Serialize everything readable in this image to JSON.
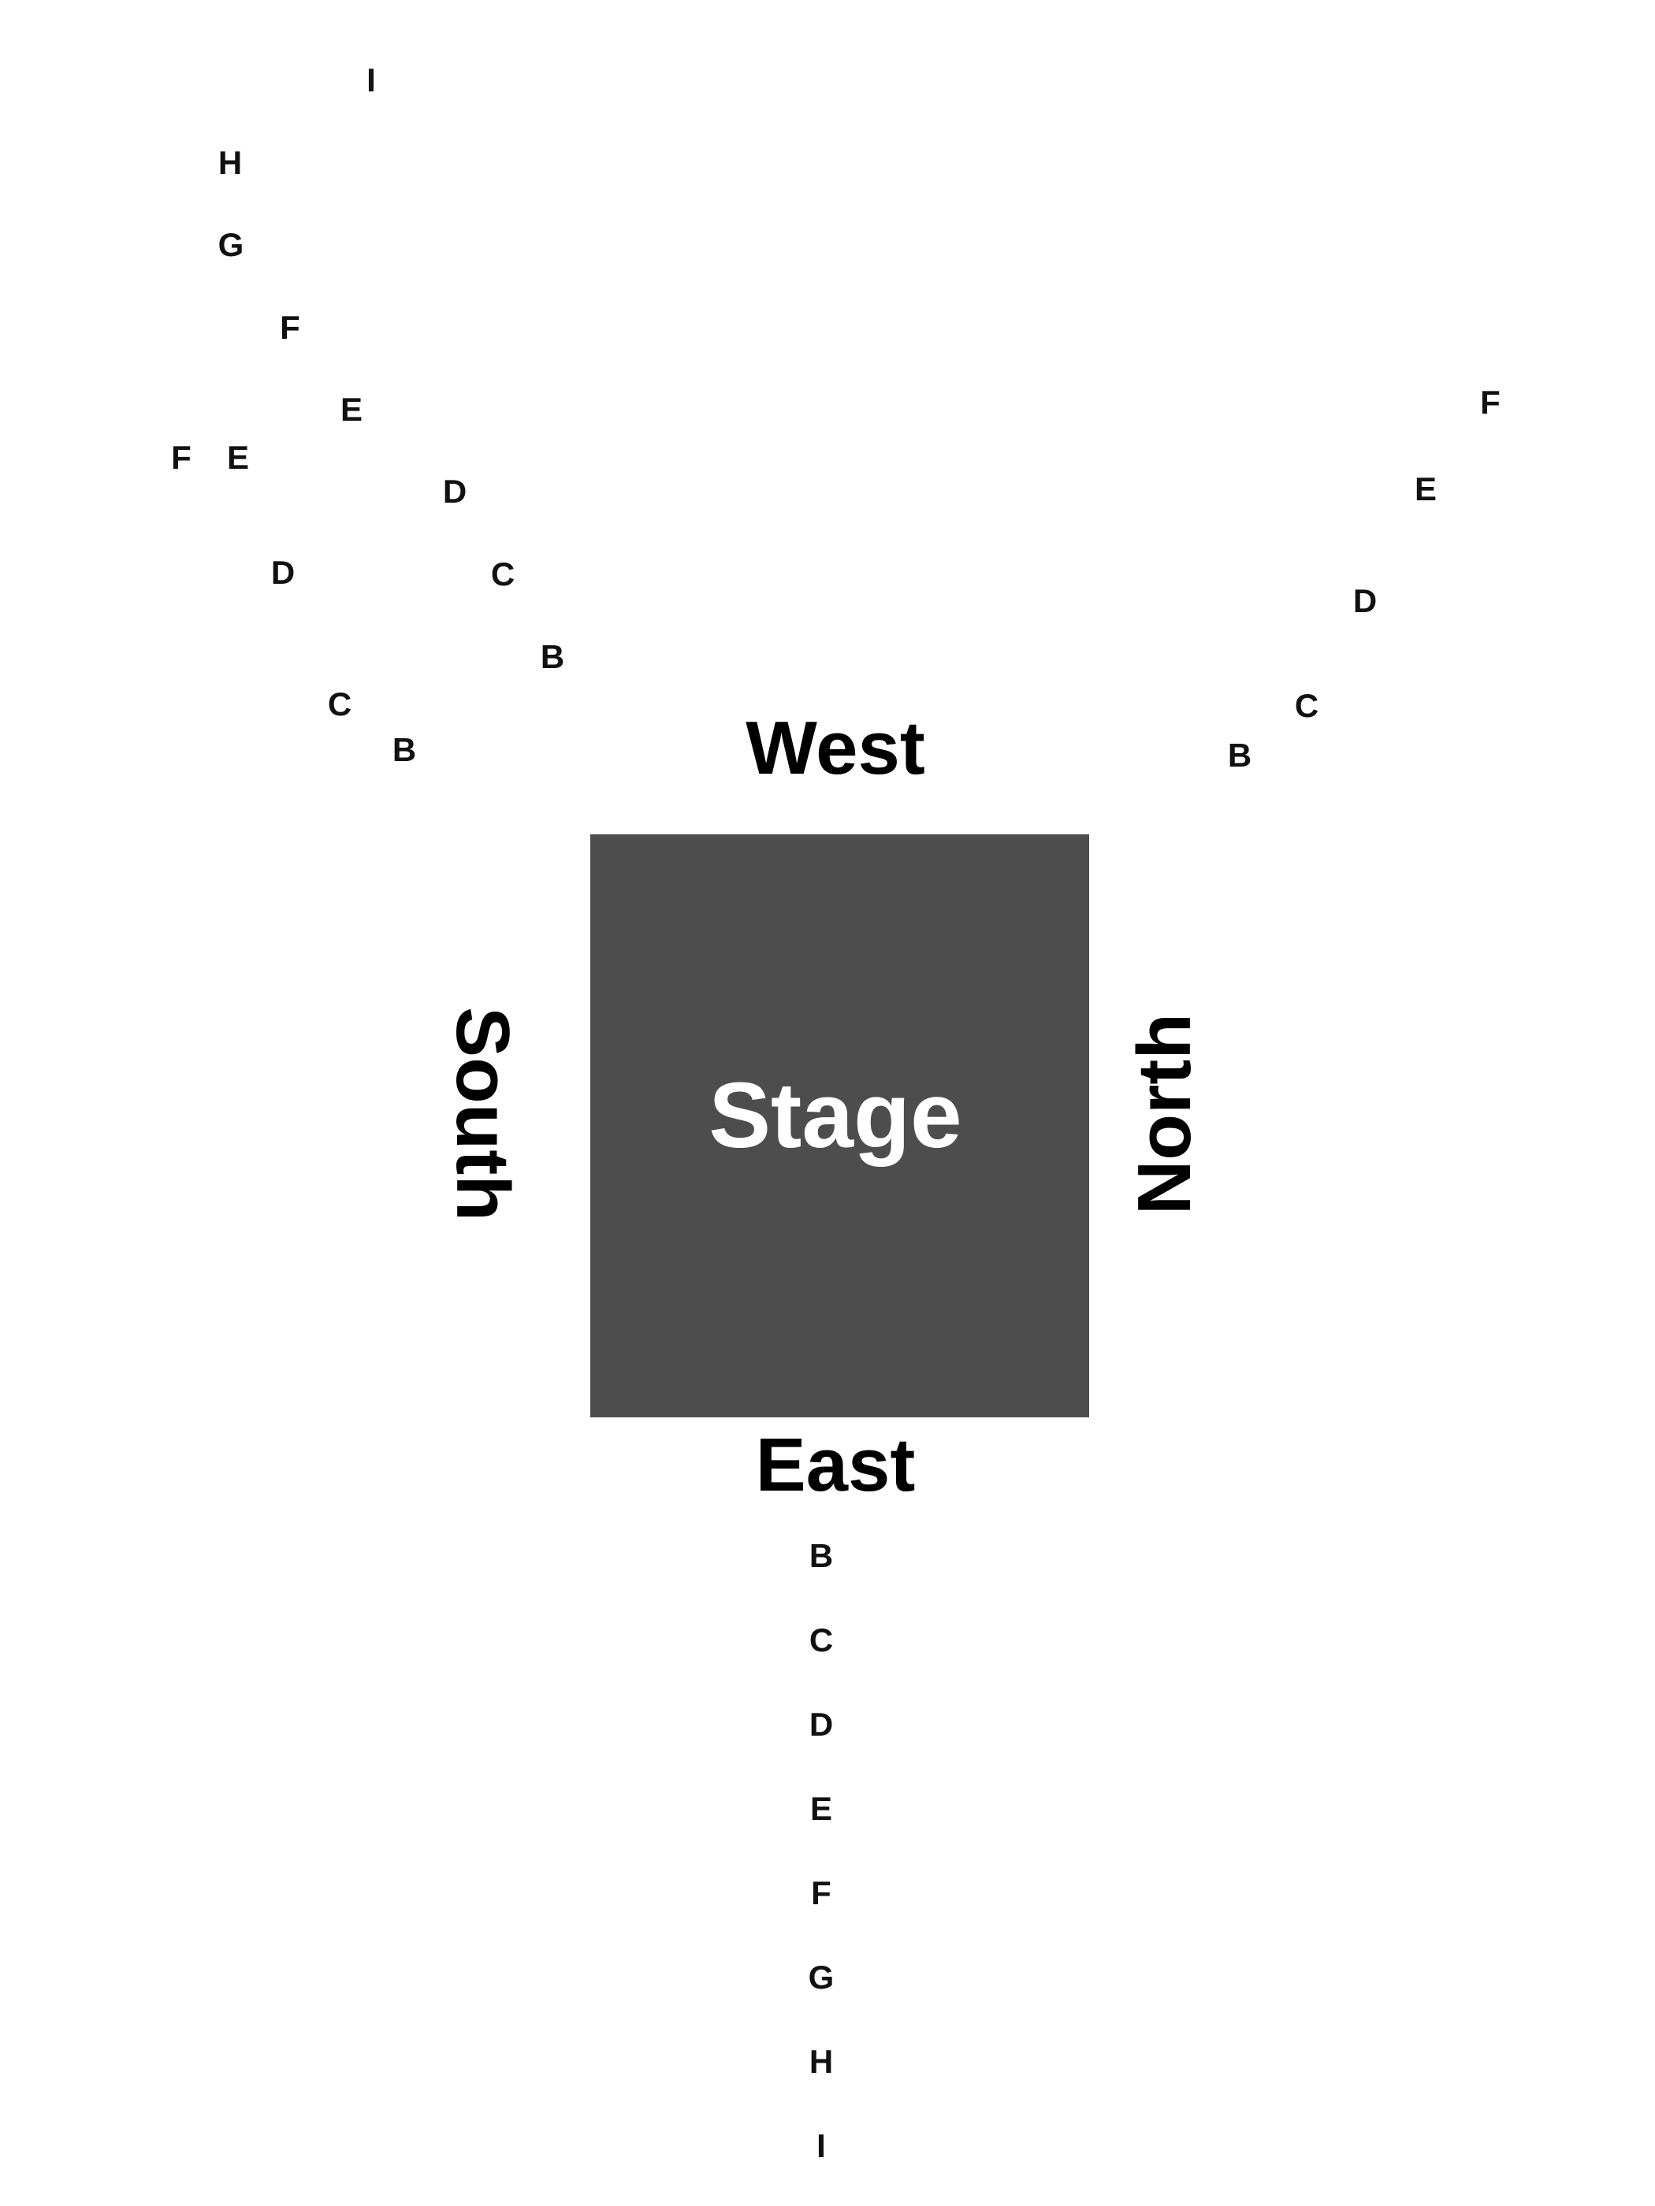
{
  "stage": {
    "label": "Stage",
    "fill_color": "#4d4d4d",
    "text_color": "#ffffff"
  },
  "sections": {
    "west": "West",
    "east": "East",
    "south": "South",
    "north": "North"
  },
  "rows": {
    "west_left_block": [
      "I",
      "H",
      "G",
      "F",
      "E",
      "D",
      "C",
      "B"
    ],
    "west_outer_block": [
      "F",
      "E",
      "D",
      "C",
      "B"
    ],
    "north_block": [
      "F",
      "E",
      "D",
      "C",
      "B"
    ],
    "east_block": [
      "B",
      "C",
      "D",
      "E",
      "F",
      "G",
      "H",
      "I"
    ]
  }
}
